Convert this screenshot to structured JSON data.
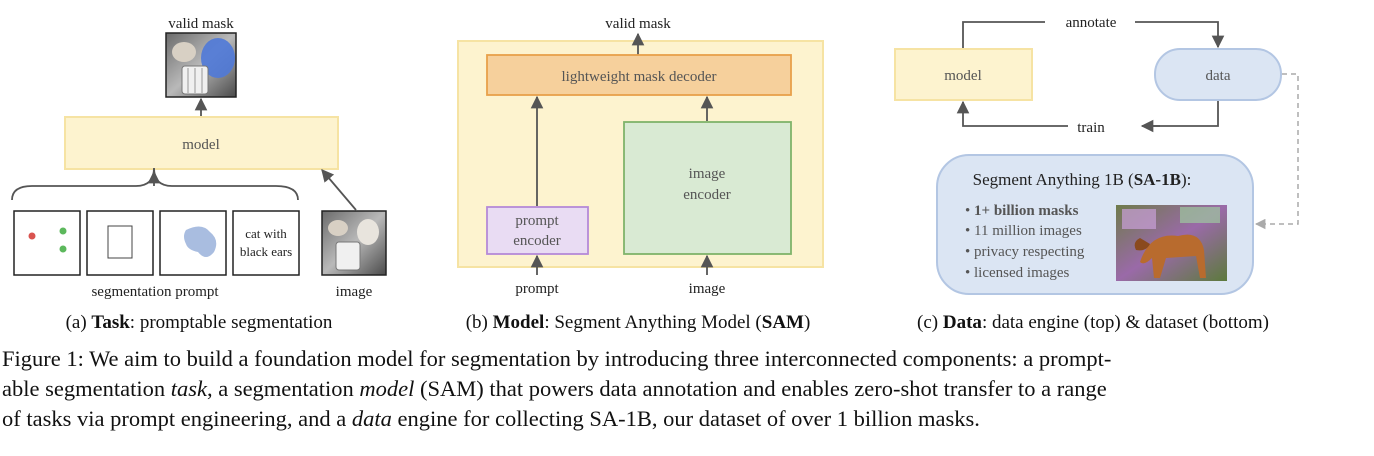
{
  "panel_a": {
    "valid_mask_label": "valid mask",
    "model_label": "model",
    "text_prompt_line1": "cat with",
    "text_prompt_line2": "black ears",
    "segmentation_prompt_label": "segmentation prompt",
    "image_label": "image",
    "subcaption_prefix": "(a) ",
    "subcaption_bold": "Task",
    "subcaption_rest": ": promptable segmentation"
  },
  "panel_b": {
    "valid_mask_label": "valid mask",
    "decoder_label": "lightweight mask decoder",
    "image_encoder_line1": "image",
    "image_encoder_line2": "encoder",
    "prompt_encoder_line1": "prompt",
    "prompt_encoder_line2": "encoder",
    "prompt_label": "prompt",
    "image_label": "image",
    "subcaption_prefix": "(b) ",
    "subcaption_bold": "Model",
    "subcaption_mid": ": Segment Anything Model (",
    "subcaption_bold2": "SAM",
    "subcaption_end": ")"
  },
  "panel_c": {
    "annotate_label": "annotate",
    "model_label": "model",
    "data_label": "data",
    "train_label": "train",
    "dataset_title_prefix": "Segment Anything 1B (",
    "dataset_title_bold": "SA-1B",
    "dataset_title_suffix": "):",
    "bullets": [
      "1+ billion masks",
      "11 million images",
      "privacy respecting",
      "licensed images"
    ],
    "subcaption_prefix": "(c) ",
    "subcaption_bold": "Data",
    "subcaption_rest": ": data engine (top) & dataset (bottom)"
  },
  "caption": {
    "line1_a": "Figure 1: We aim to build a foundation model for segmentation by introducing three interconnected components: a prompt-",
    "line2_a": "able segmentation ",
    "line2_task": "task",
    "line2_b": ", a segmentation ",
    "line2_model": "model",
    "line2_c": " (SAM) that powers data annotation and enables zero-shot transfer to a range",
    "line3_a": "of tasks via prompt engineering, and a ",
    "line3_data": "data",
    "line3_b": " engine for collecting SA-1B, our dataset of over 1 billion masks."
  },
  "colors": {
    "yellow_fill": "#fdf3cf",
    "yellow_stroke": "#f6e3a3",
    "decoder_fill": "#f6d09c",
    "decoder_stroke": "#e8a04a",
    "image_encoder_fill": "#d9ead3",
    "image_encoder_stroke": "#7fb36a",
    "prompt_encoder_fill": "#e9dcf3",
    "prompt_encoder_stroke": "#b58ad8",
    "data_fill": "#dbe5f3",
    "data_stroke": "#b3c6e3",
    "point_red": "#d9534f",
    "point_green": "#5cb85c",
    "mask_blob": "#a9bde0"
  }
}
